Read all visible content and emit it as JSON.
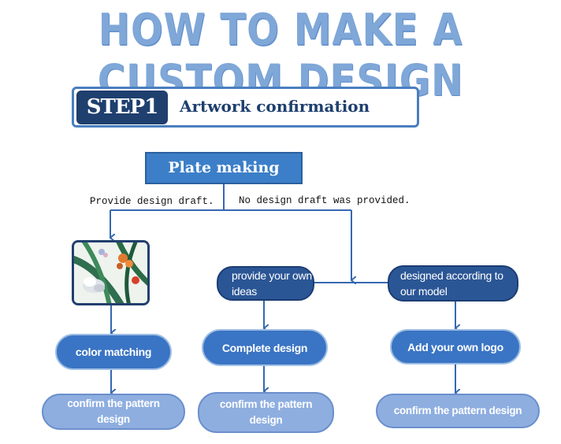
{
  "title": "HOW TO MAKE A CUSTOM DESIGN",
  "step": {
    "badge": "STEP1",
    "title": "Artwork confirmation"
  },
  "root": "Plate making",
  "branches": {
    "left_label": "Provide design draft.",
    "right_label": "No design draft was provided."
  },
  "nodes": {
    "own_ideas": "provide your own ideas",
    "designed_model": "designed according to our model",
    "color_matching": "color matching",
    "complete_design": "Complete design",
    "add_logo": "Add your own logo",
    "confirm_left": "confirm the pattern design",
    "confirm_mid": "confirm the pattern design",
    "confirm_right": "confirm the pattern design"
  },
  "colors": {
    "title": "#7fa7d8",
    "navy": "#1f3f6e",
    "blue": "#3c7fc8",
    "light_blue": "#8eaee0",
    "connector": "#3568b0"
  },
  "image": {
    "subject": "floral pattern swatch"
  }
}
